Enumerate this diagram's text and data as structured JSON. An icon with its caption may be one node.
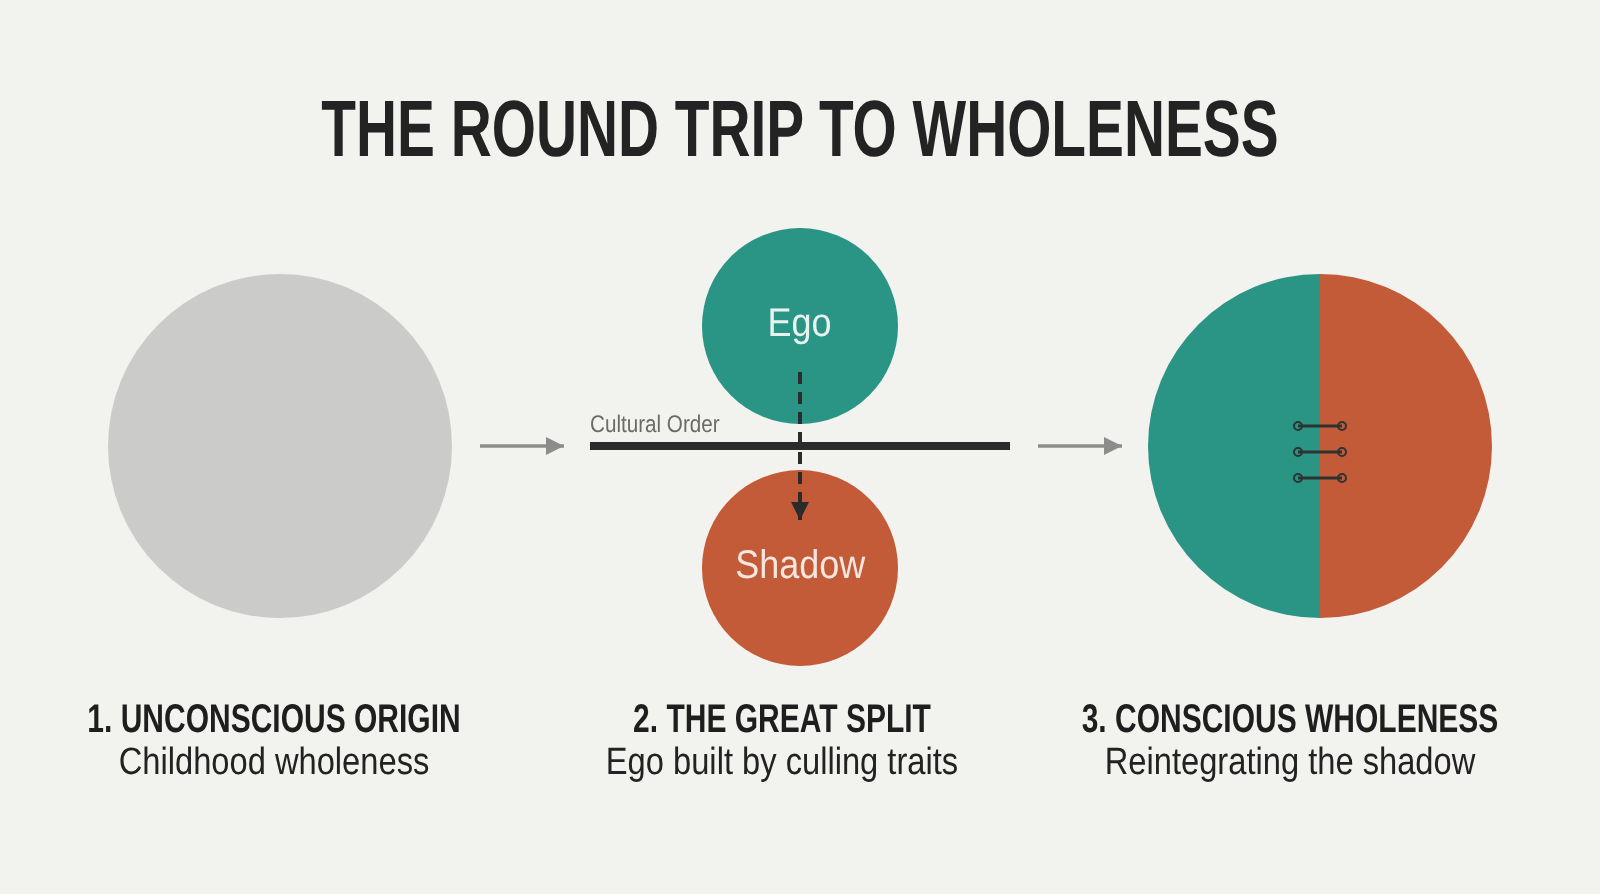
{
  "diagram": {
    "title": "THE ROUND TRIP TO WHOLENESS",
    "nodes": [
      {
        "text": [],
        "shape": "circle",
        "beside": [
          "1. UNCONSCIOUS ORIGIN",
          "Childhood wholeness"
        ]
      },
      {
        "text": [
          "Ego"
        ]
      },
      {
        "text": [
          "Cultural Order"
        ]
      },
      {
        "text": [
          "Shadow"
        ]
      },
      {
        "text": [],
        "shape": "circle",
        "beside": [
          "3. CONSCIOUS WHOLENESS",
          "Reintegrating the shadow"
        ]
      }
    ],
    "edges": [
      {
        "from": 0,
        "to": 2,
        "arrow": "to"
      },
      {
        "from": 2,
        "to": 4,
        "arrow": "to"
      },
      {
        "from": 1,
        "to": 3,
        "arrow": "to",
        "style": "dashed",
        "color": "#2b2b2b"
      }
    ],
    "labels": [
      "2. THE GREAT SPLIT",
      "Ego built by culling traits"
    ]
  }
}
